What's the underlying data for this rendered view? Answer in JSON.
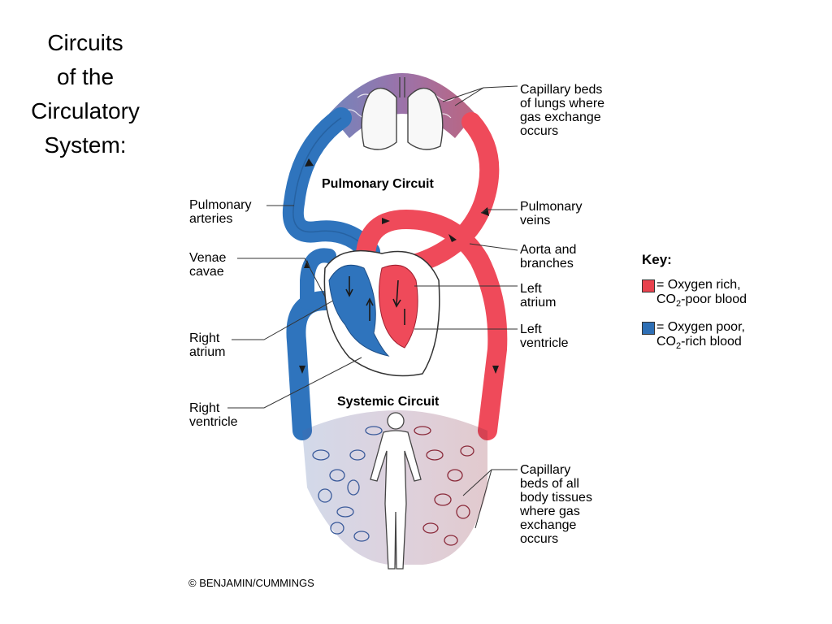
{
  "title_lines": [
    "Circuits",
    "of the",
    "Circulatory",
    "System:"
  ],
  "labels": {
    "capillary_lungs": [
      "Capillary beds",
      "of lungs where",
      "gas exchange",
      "occurs"
    ],
    "pulmonary_arteries": [
      "Pulmonary",
      "arteries"
    ],
    "pulmonary_veins": [
      "Pulmonary",
      "veins"
    ],
    "venae_cavae": [
      "Venae",
      "cavae"
    ],
    "aorta": [
      "Aorta and",
      "branches"
    ],
    "left_atrium": [
      "Left",
      "atrium"
    ],
    "right_atrium": [
      "Right",
      "atrium"
    ],
    "left_ventricle": [
      "Left",
      "ventricle"
    ],
    "right_ventricle": [
      "Right",
      "ventricle"
    ],
    "capillary_body": [
      "Capillary",
      "beds of all",
      "body tissues",
      "where gas",
      "exchange",
      "occurs"
    ]
  },
  "circuits": {
    "pulmonary": "Pulmonary Circuit",
    "systemic": "Systemic Circuit"
  },
  "key": {
    "title": "Key:",
    "oxygen_rich": {
      "line1": "= Oxygen rich,",
      "line2_prefix": "CO",
      "line2_sub": "2",
      "line2_suffix": "-poor blood",
      "color": "#e8424e"
    },
    "oxygen_poor": {
      "line1": "= Oxygen poor,",
      "line2_prefix": "CO",
      "line2_sub": "2",
      "line2_suffix": "-rich blood",
      "color": "#2e6fb5"
    }
  },
  "copyright": "© BENJAMIN/CUMMINGS",
  "colors": {
    "red": "#ef4a5a",
    "blue": "#2f74bd",
    "outline": "#333333",
    "capillary_red": "#8a2a3a",
    "capillary_blue": "#3a5a9a"
  }
}
